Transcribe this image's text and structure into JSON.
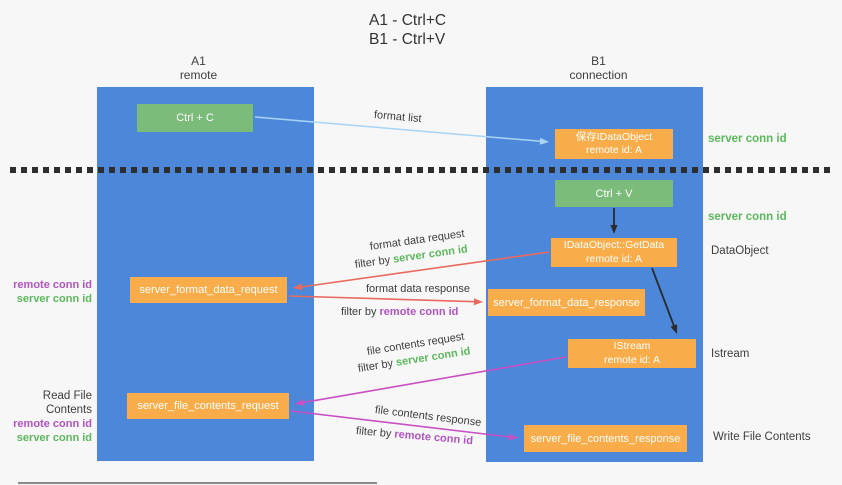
{
  "title": {
    "line1": "A1 - Ctrl+C",
    "line2": "B1 - Ctrl+V"
  },
  "lifelines": {
    "a1": {
      "name": "A1",
      "subtitle": "remote"
    },
    "b1": {
      "name": "B1",
      "subtitle": "connection"
    }
  },
  "nodes": {
    "ctrl_c": {
      "label": "Ctrl + C"
    },
    "save_dataobject": {
      "line1": "保存IDataObject",
      "line2": "remote id: A"
    },
    "ctrl_v": {
      "label": "Ctrl + V"
    },
    "getdata": {
      "line1": "IDataObject::GetData",
      "line2": "remote id: A"
    },
    "istream": {
      "line1": "IStream",
      "line2": "remote id: A"
    },
    "format_request": {
      "label": "server_format_data_request"
    },
    "format_response": {
      "label": "server_format_data_response"
    },
    "file_request": {
      "label": "server_file_contents_request"
    },
    "file_response": {
      "label": "server_file_contents_response"
    }
  },
  "edge_labels": {
    "format_list": "format list",
    "format_data_request": "format data request",
    "format_data_response": "format data response",
    "file_contents_request": "file contents request",
    "file_contents_response": "file contents response",
    "filter_by": "filter by",
    "server_conn_id": "server conn id",
    "remote_conn_id": "remote conn id"
  },
  "side_labels": {
    "server_conn_id_top": "server conn id",
    "server_conn_id_mid": "server conn id",
    "dataobject": "DataObject",
    "istream": "Istream",
    "write_file_contents": "Write File Contents",
    "read_file_contents": "Read File Contents",
    "remote_conn_id": "remote conn id",
    "server_conn_id": "server conn id"
  },
  "colors": {
    "background": "#f7f7f7",
    "lifeline_blue": "#4c87d9",
    "node_green": "#7bbc7b",
    "node_orange": "#f9ad4a",
    "arrow_light_blue": "#a9d4f3",
    "arrow_red": "#e96a5f",
    "arrow_magenta": "#c94fc4",
    "arrow_black": "#2b2b2b",
    "text_green": "#5cb85c",
    "text_purple": "#b153c1",
    "text_dark": "#3d3d3d"
  }
}
